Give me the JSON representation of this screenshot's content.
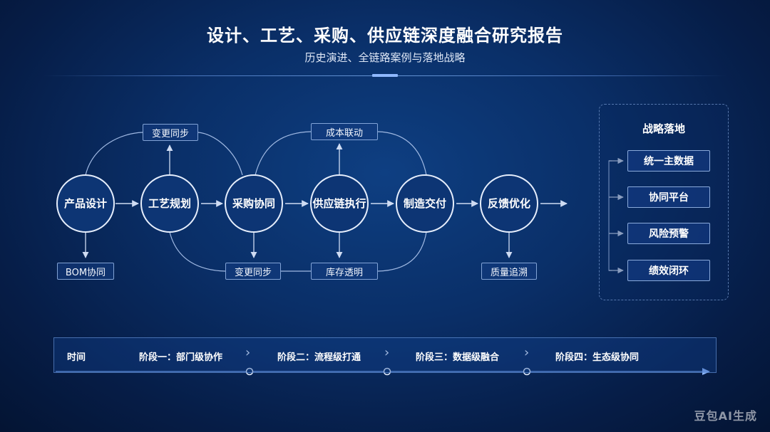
{
  "header": {
    "title": "设计、工艺、采购、供应链深度融合研究报告",
    "subtitle": "历史演进、全链路案例与落地战略"
  },
  "flow": {
    "nodes": [
      "产品设计",
      "工艺规划",
      "采购协同",
      "供应链执行",
      "制造交付",
      "反馈优化"
    ],
    "top_boxes": [
      "变更同步",
      "成本联动"
    ],
    "bottom_boxes": [
      "BOM协同",
      "变更同步",
      "库存透明",
      "质量追溯"
    ]
  },
  "strategy": {
    "title": "战略落地",
    "items": [
      "统一主数据",
      "协同平台",
      "风险预警",
      "绩效闭环"
    ]
  },
  "timeline": {
    "label": "时间",
    "stages": [
      "阶段一：部门级协作",
      "阶段二：流程级打通",
      "阶段三：数据级融合",
      "阶段四：生态级协同"
    ]
  },
  "watermark": "豆包AI生成",
  "colors": {
    "background": "#0a2f68",
    "circle_fill": "#0d3574",
    "circle_stroke": "#e6eefc",
    "line": "#b9cdee"
  }
}
